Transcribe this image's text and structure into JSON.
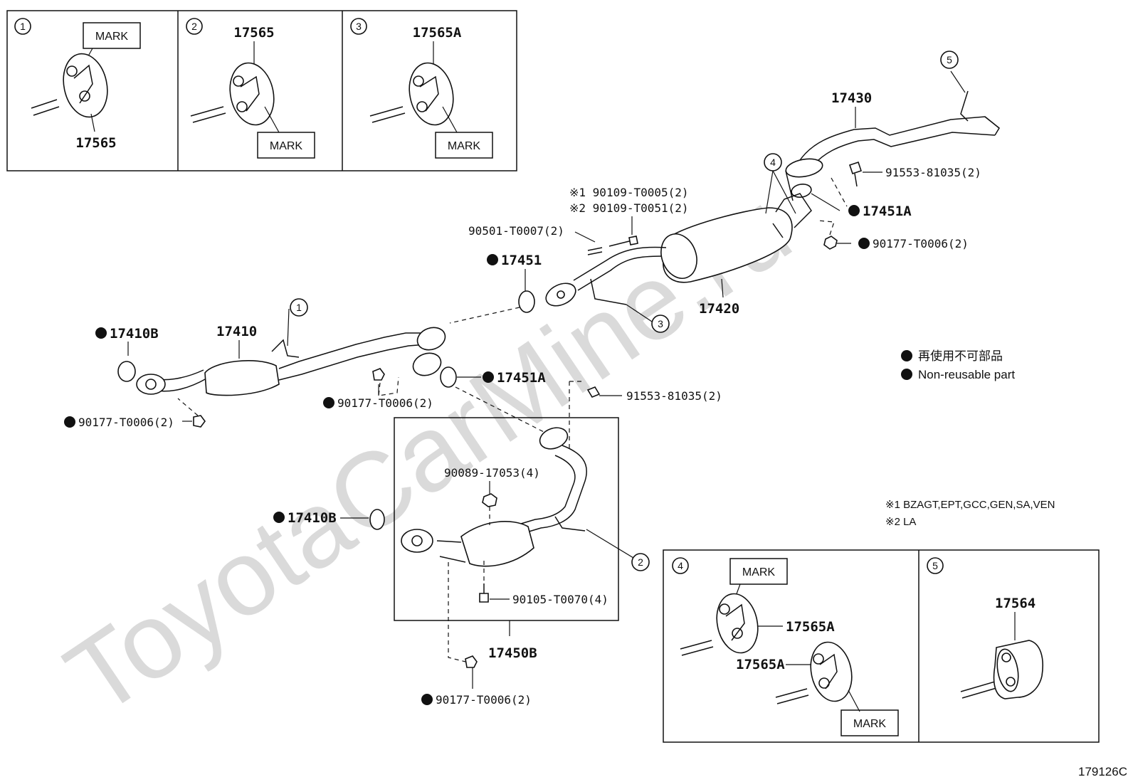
{
  "watermark": "ToyotaCarMine.ru",
  "figure_code": "179126C",
  "legend": {
    "jp": "再使用不可部品",
    "en": "Non-reusable part"
  },
  "notes": [
    {
      "mark": "※1",
      "text": "BZAGT,EPT,GCC,GEN,SA,VEN"
    },
    {
      "mark": "※2",
      "text": "LA"
    }
  ],
  "detail_panels": [
    {
      "num": "1",
      "part": "17565",
      "mark": "MARK"
    },
    {
      "num": "2",
      "part": "17565",
      "mark": "MARK"
    },
    {
      "num": "3",
      "part": "17565A",
      "mark": "MARK"
    },
    {
      "num": "4",
      "part_upper": "17565A",
      "part_lower": "17565A",
      "mark_upper": "MARK",
      "mark_lower": "MARK"
    },
    {
      "num": "5",
      "part": "17564"
    }
  ],
  "callouts": [
    "1",
    "2",
    "3",
    "4",
    "5"
  ],
  "parts": {
    "p17430": "17430",
    "p17420": "17420",
    "p17410": "17410",
    "p17450B": "17450B",
    "g17451": "17451",
    "g17451A_top": "17451A",
    "g17451A_mid": "17451A",
    "g17410B_left": "17410B",
    "g17410B_low": "17410B",
    "b91553_top": "91553-81035(2)",
    "b91553_mid": "91553-81035(2)",
    "n90177_muffler": "90177-T0006(2)",
    "n90177_left": "90177-T0006(2)",
    "n90177_center": "90177-T0006(2)",
    "n90177_bottom": "90177-T0006(2)",
    "s90109_1": "90109-T0005(2)",
    "s90109_2": "90109-T0051(2)",
    "s90501": "90501-T0007(2)",
    "n90089": "90089-17053(4)",
    "b90105": "90105-T0070(4)"
  }
}
